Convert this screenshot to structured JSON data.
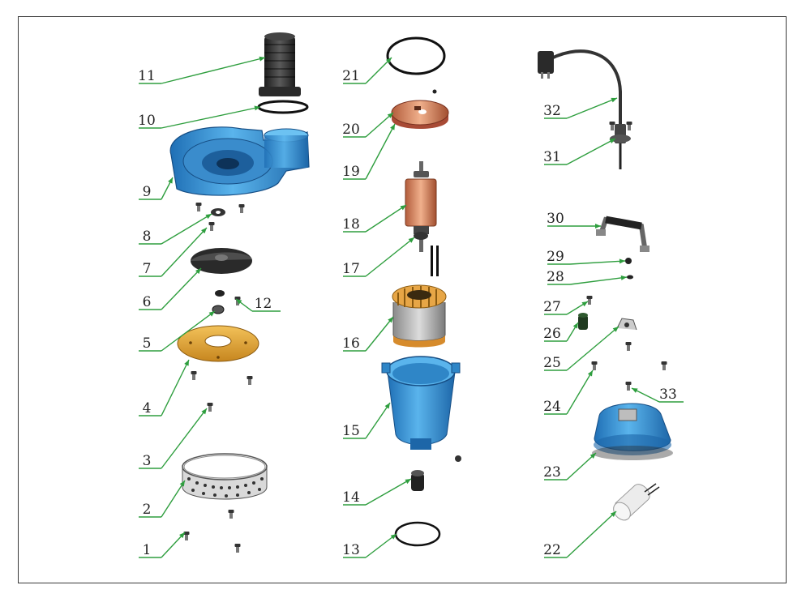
{
  "colors": {
    "leader": "#2e9e3e",
    "border": "#3a3a3a",
    "label": "#222222",
    "blue_part": "#3e9ad8",
    "copper_part": "#c86d55",
    "brass_part": "#e0a437",
    "dark_part": "#2b2b2b"
  },
  "callouts": [
    {
      "id": "c1",
      "label": "1",
      "part": "bolt"
    },
    {
      "id": "c2",
      "label": "2",
      "part": "perforated-strainer-ring"
    },
    {
      "id": "c3",
      "label": "3",
      "part": "bolt"
    },
    {
      "id": "c4",
      "label": "4",
      "part": "brass-flange-plate"
    },
    {
      "id": "c5",
      "label": "5",
      "part": "nut"
    },
    {
      "id": "c6",
      "label": "6",
      "part": "impeller"
    },
    {
      "id": "c7",
      "label": "7",
      "part": "bolt"
    },
    {
      "id": "c8",
      "label": "8",
      "part": "seal-washer"
    },
    {
      "id": "c9",
      "label": "9",
      "part": "pump-volute-housing"
    },
    {
      "id": "c10",
      "label": "10",
      "part": "o-ring"
    },
    {
      "id": "c11",
      "label": "11",
      "part": "hose-connector"
    },
    {
      "id": "c12",
      "label": "12",
      "part": "screw"
    },
    {
      "id": "c13",
      "label": "13",
      "part": "o-ring"
    },
    {
      "id": "c14",
      "label": "14",
      "part": "bearing"
    },
    {
      "id": "c15",
      "label": "15",
      "part": "motor-housing"
    },
    {
      "id": "c16",
      "label": "16",
      "part": "stator"
    },
    {
      "id": "c17",
      "label": "17",
      "part": "bearing"
    },
    {
      "id": "c18",
      "label": "18",
      "part": "rotor"
    },
    {
      "id": "c19",
      "label": "19",
      "part": "end-cover"
    },
    {
      "id": "c20",
      "label": "20",
      "part": "end-cover"
    },
    {
      "id": "c21",
      "label": "21",
      "part": "large-o-ring"
    },
    {
      "id": "c22",
      "label": "22",
      "part": "capacitor"
    },
    {
      "id": "c23",
      "label": "23",
      "part": "top-cover"
    },
    {
      "id": "c24",
      "label": "24",
      "part": "screw"
    },
    {
      "id": "c25",
      "label": "25",
      "part": "cable-clamp"
    },
    {
      "id": "c26",
      "label": "26",
      "part": "cable-gland"
    },
    {
      "id": "c27",
      "label": "27",
      "part": "screw"
    },
    {
      "id": "c28",
      "label": "28",
      "part": "washer"
    },
    {
      "id": "c29",
      "label": "29",
      "part": "nut"
    },
    {
      "id": "c30",
      "label": "30",
      "part": "carry-handle"
    },
    {
      "id": "c31",
      "label": "31",
      "part": "cable-grommet"
    },
    {
      "id": "c32",
      "label": "32",
      "part": "power-cord-with-plug"
    },
    {
      "id": "c33",
      "label": "33",
      "part": "screw"
    }
  ]
}
